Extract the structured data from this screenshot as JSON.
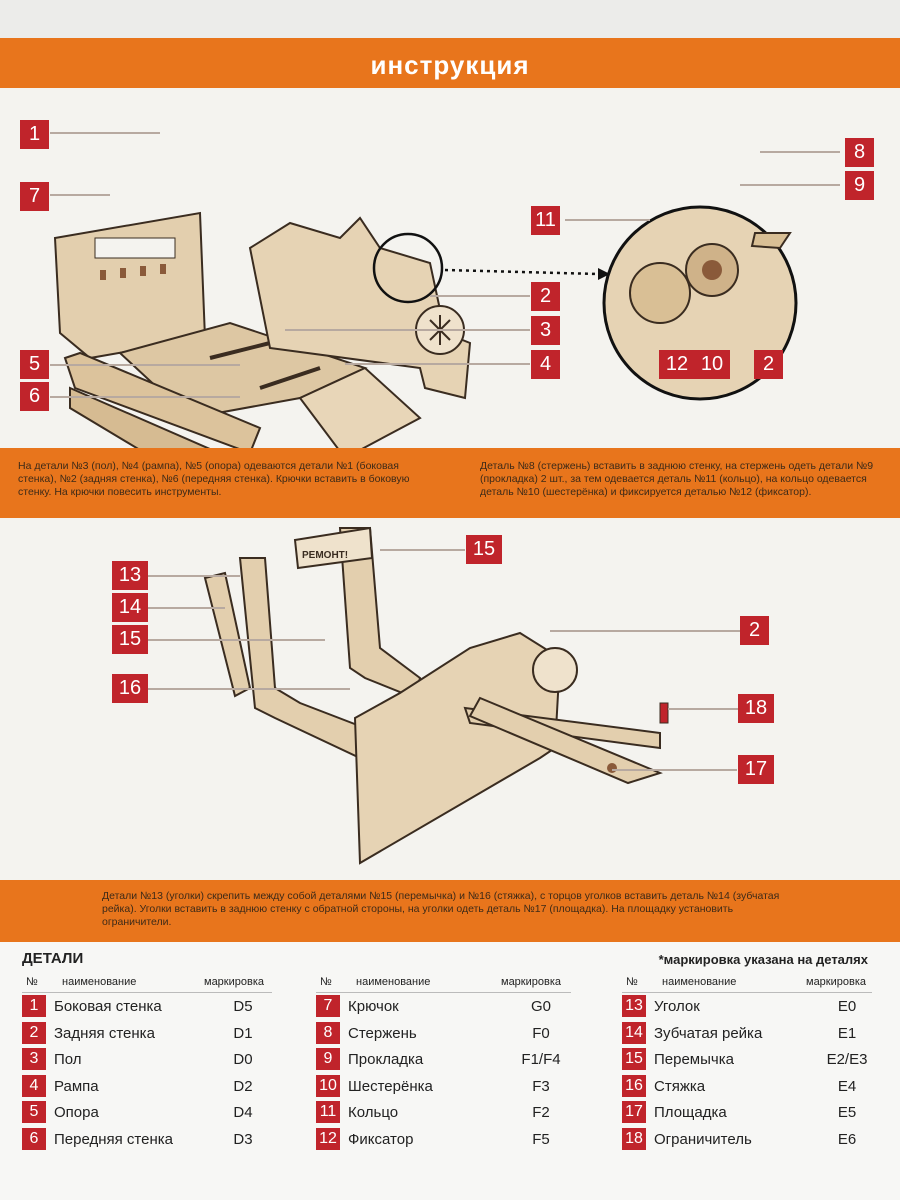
{
  "title": "инструкция",
  "step1": {
    "markers": [
      "1",
      "7",
      "5",
      "6",
      "2",
      "3",
      "4",
      "8",
      "9",
      "11",
      "12",
      "10",
      "2"
    ],
    "caption_left": "На детали №3 (пол), №4 (рампа), №5 (опора) одеваются детали №1 (боковая стенка), №2 (задняя стенка), №6 (передняя стенка). Крючки вставить в боковую стенку. На крючки повесить инструменты.",
    "caption_right": "Деталь №8 (стержень) вставить в заднюю стенку, на стержень одеть детали №9 (прокладка) 2 шт., за тем одевается деталь №11 (кольцо), на кольцо одевается деталь №10 (шестерёнка) и фиксируется деталью №12 (фиксатор)."
  },
  "step2": {
    "markers": [
      "15",
      "13",
      "14",
      "15",
      "16",
      "2",
      "18",
      "17"
    ],
    "sign_text": "РЕМОНТ!",
    "caption": "Детали №13 (уголки) скрепить между собой деталями №15 (перемычка) и №16 (стяжка), с торцов уголков вставить деталь №14 (зубчатая рейка). Уголки вставить в заднюю стенку с обратной стороны, на уголки одеть деталь №17 (площадка). На площадку установить ограничители."
  },
  "parts": {
    "title": "ДЕТАЛИ",
    "note": "*маркировка указана на деталях",
    "headers": {
      "num": "№",
      "name": "наименование",
      "code": "маркировка"
    },
    "columns": [
      [
        {
          "num": "1",
          "name": "Боковая стенка",
          "code": "D5"
        },
        {
          "num": "2",
          "name": "Задняя стенка",
          "code": "D1"
        },
        {
          "num": "3",
          "name": "Пол",
          "code": "D0"
        },
        {
          "num": "4",
          "name": "Рампа",
          "code": "D2"
        },
        {
          "num": "5",
          "name": "Опора",
          "code": "D4"
        },
        {
          "num": "6",
          "name": "Передняя стенка",
          "code": "D3"
        }
      ],
      [
        {
          "num": "7",
          "name": "Крючок",
          "code": "G0"
        },
        {
          "num": "8",
          "name": "Стержень",
          "code": "F0"
        },
        {
          "num": "9",
          "name": "Прокладка",
          "code": "F1/F4"
        },
        {
          "num": "10",
          "name": "Шестерёнка",
          "code": "F3"
        },
        {
          "num": "11",
          "name": "Кольцо",
          "code": "F2"
        },
        {
          "num": "12",
          "name": "Фиксатор",
          "code": "F5"
        }
      ],
      [
        {
          "num": "13",
          "name": "Уголок",
          "code": "E0"
        },
        {
          "num": "14",
          "name": "Зубчатая рейка",
          "code": "E1"
        },
        {
          "num": "15",
          "name": "Перемычка",
          "code": "E2/E3"
        },
        {
          "num": "16",
          "name": "Стяжка",
          "code": "E4"
        },
        {
          "num": "17",
          "name": "Площадка",
          "code": "E5"
        },
        {
          "num": "18",
          "name": "Ограничитель",
          "code": "E6"
        }
      ]
    ]
  },
  "colors": {
    "accent": "#e8751c",
    "marker": "#c0242b",
    "wood": "#e3cfae",
    "outline": "#3a2c20"
  }
}
